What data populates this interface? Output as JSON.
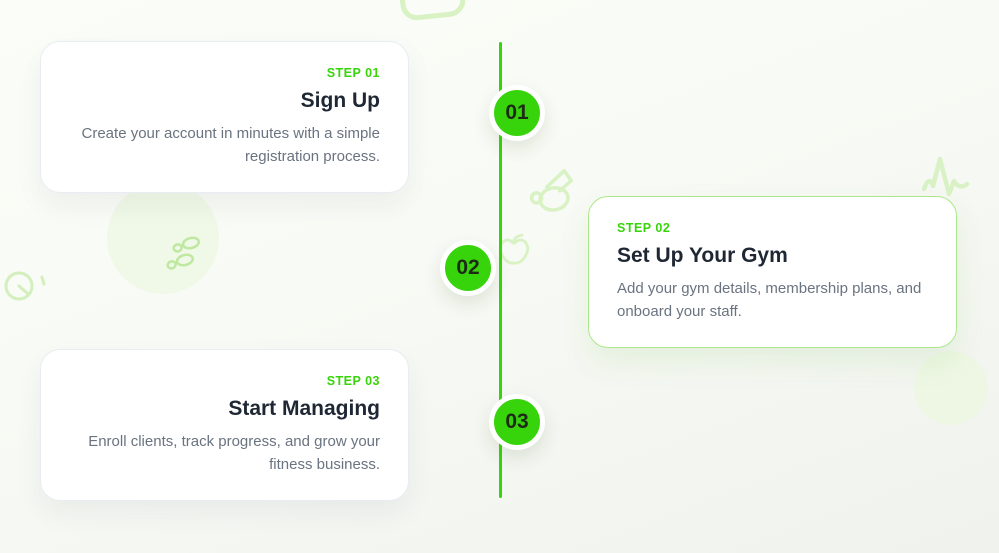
{
  "section": {
    "name": "how-it-works-steps-timeline"
  },
  "colors": {
    "accent": "#38d40b",
    "title_text": "#1e2733",
    "description_text": "#6a7380",
    "highlight_card_border": "#ace88b",
    "doodle_green": "#d8f2c3"
  },
  "steps": [
    {
      "label": "STEP 01",
      "number": "01",
      "title": "Sign Up",
      "description": "Create your account in minutes with a simple registration process.",
      "card_side": "left"
    },
    {
      "label": "STEP 02",
      "number": "02",
      "title": "Set Up Your Gym",
      "description": "Add your gym details, membership plans, and onboard your staff.",
      "card_side": "right"
    },
    {
      "label": "STEP 03",
      "number": "03",
      "title": "Start Managing",
      "description": "Enroll clients, track progress, and grow your fitness business.",
      "card_side": "left"
    }
  ],
  "decorations": {
    "icons": [
      "speech-bubble-doodle-icon",
      "footprints-doodle-icon",
      "stopwatch-doodle-icon",
      "whistle-doodle-icon",
      "apple-doodle-icon",
      "heartbeat-doodle-icon"
    ]
  }
}
